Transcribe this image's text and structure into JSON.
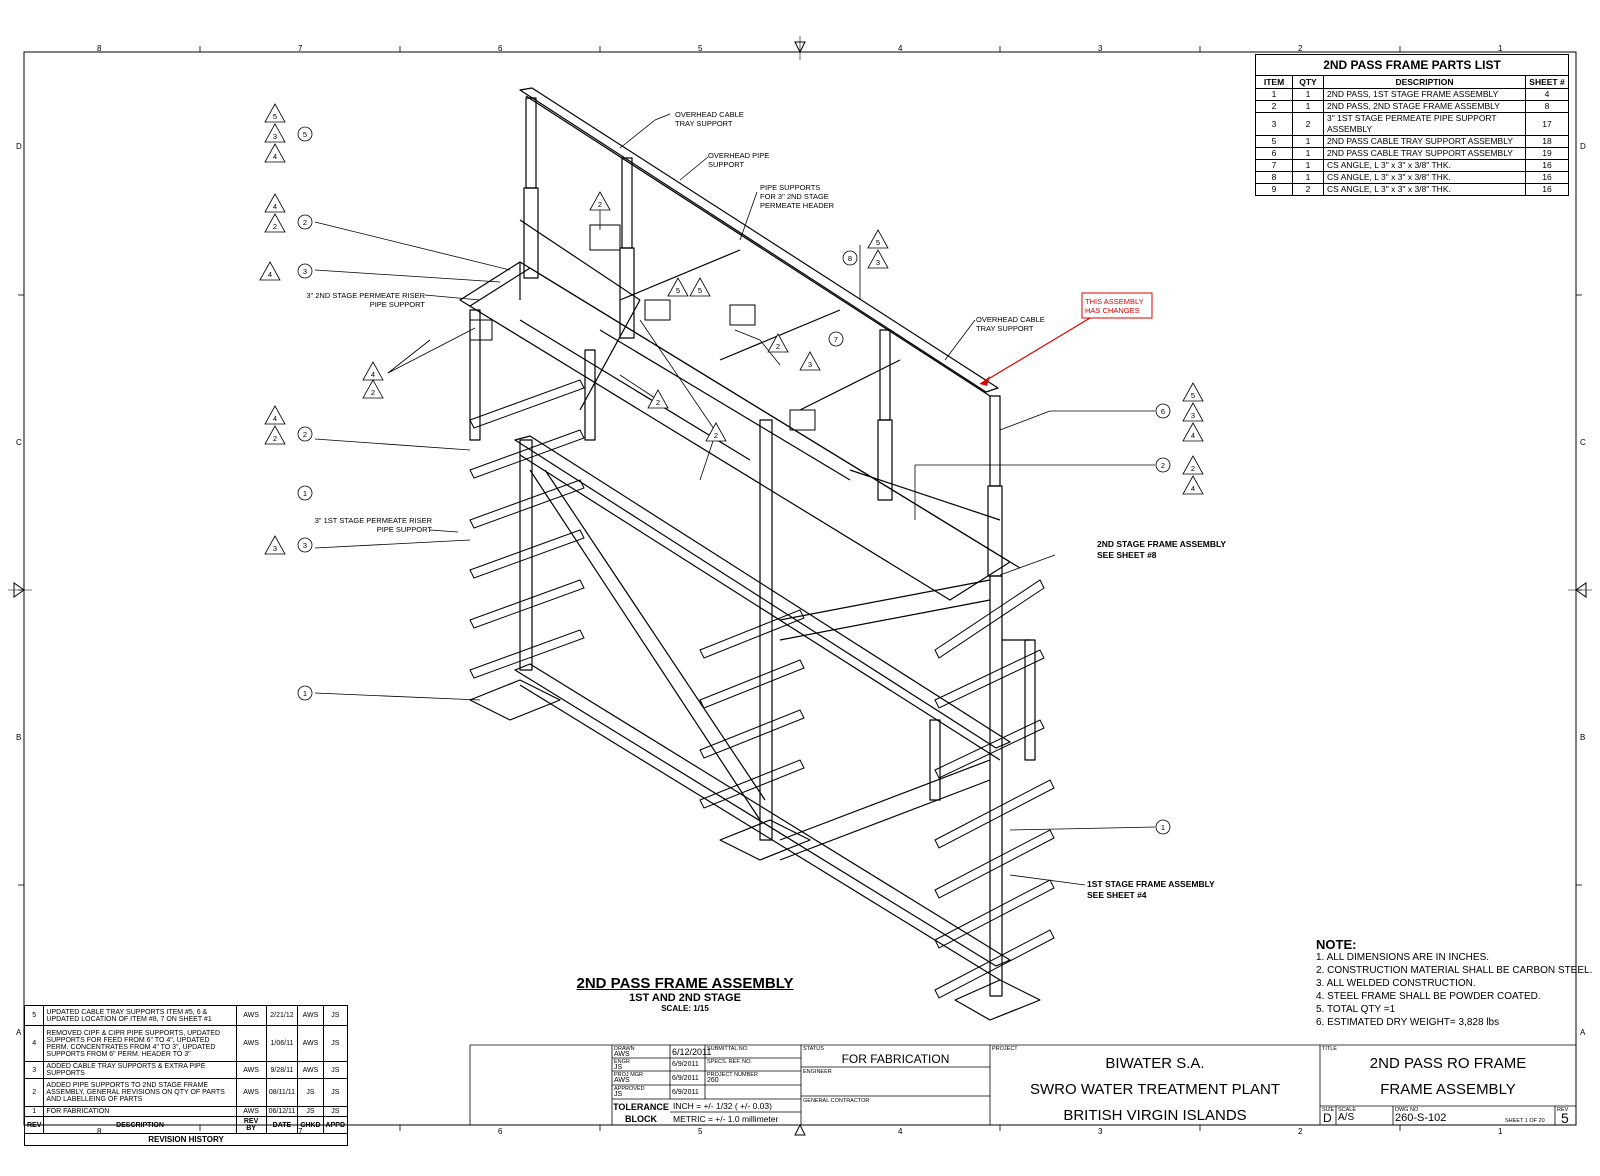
{
  "zones": {
    "columns": [
      "8",
      "7",
      "6",
      "5",
      "4",
      "3",
      "2",
      "1"
    ],
    "rows": [
      "D",
      "C",
      "B",
      "A"
    ]
  },
  "parts_list": {
    "title": "2ND PASS FRAME PARTS LIST",
    "headers": [
      "ITEM",
      "QTY",
      "DESCRIPTION",
      "SHEET #"
    ],
    "rows": [
      [
        "1",
        "1",
        "2ND PASS, 1ST STAGE FRAME ASSEMBLY",
        "4"
      ],
      [
        "2",
        "1",
        "2ND PASS, 2ND STAGE FRAME ASSEMBLY",
        "8"
      ],
      [
        "3",
        "2",
        "3\" 1ST STAGE PERMEATE PIPE SUPPORT ASSEMBLY",
        "17"
      ],
      [
        "5",
        "1",
        "2ND PASS CABLE TRAY SUPPORT ASSEMBLY",
        "18"
      ],
      [
        "6",
        "1",
        "2ND PASS CABLE TRAY SUPPORT ASSEMBLY",
        "19"
      ],
      [
        "7",
        "1",
        "CS ANGLE, L 3\" x 3\" x 3/8\" THK.",
        "16"
      ],
      [
        "8",
        "1",
        "CS ANGLE, L 3\" x 3\" x 3/8\" THK.",
        "16"
      ],
      [
        "9",
        "2",
        "CS ANGLE, L 3\" x 3\" x 3/8\" THK.",
        "16"
      ]
    ]
  },
  "callouts": {
    "overhead_cable_1": [
      "OVERHEAD CABLE",
      "TRAY SUPPORT"
    ],
    "overhead_pipe": [
      "OVERHEAD PIPE",
      "SUPPORT"
    ],
    "pipe_supports": [
      "PIPE SUPPORTS",
      "FOR 3\" 2ND STAGE",
      "PERMEATE HEADER"
    ],
    "riser_2nd": [
      "3\" 2ND STAGE PERMEATE RISER",
      "PIPE SUPPORT"
    ],
    "riser_1st": [
      "3\" 1ST STAGE PERMEATE RISER",
      "PIPE SUPPORT"
    ],
    "overhead_cable_2": [
      "OVERHEAD CABLE",
      "TRAY SUPPORT"
    ],
    "changes": [
      "THIS ASSEMBLY",
      "HAS CHANGES"
    ],
    "stage2": [
      "2ND STAGE FRAME ASSEMBLY",
      "SEE SHEET #8"
    ],
    "stage1": [
      "1ST STAGE FRAME ASSEMBLY",
      "SEE SHEET #4"
    ]
  },
  "view_title": {
    "main": "2ND PASS FRAME ASSEMBLY",
    "sub": "1ST AND 2ND STAGE",
    "scale": "SCALE: 1/15"
  },
  "notes": {
    "heading": "NOTE:",
    "items": [
      "1. ALL DIMENSIONS ARE IN INCHES.",
      "2. CONSTRUCTION MATERIAL SHALL BE CARBON STEEL.",
      "3. ALL WELDED CONSTRUCTION.",
      "4. STEEL FRAME SHALL BE POWDER COATED.",
      "5. TOTAL QTY =1",
      "6. ESTIMATED DRY WEIGHT= 3,828 lbs"
    ]
  },
  "revision_history": {
    "rows": [
      {
        "rev": "5",
        "desc": "UPDATED CABLE TRAY SUPPORTS ITEM #5, 6 & UPDATED LOCATION OF ITEM #8, 7 ON SHEET #1",
        "by": "AWS",
        "date": "2/21/12",
        "chkd": "AWS",
        "appd": "JS"
      },
      {
        "rev": "4",
        "desc": "REMOVED CIPF & CIPR PIPE SUPPORTS, UPDATED SUPPORTS FOR FEED FROM 6\" TO 4\", UPDATED PERM. CONCENTRATES FROM 4\" TO 3\", UPDATED SUPPORTS FROM 6\" PERM. HEADER TO 3\"",
        "by": "AWS",
        "date": "1/06/11",
        "chkd": "AWS",
        "appd": "JS"
      },
      {
        "rev": "3",
        "desc": "ADDED CABLE TRAY SUPPORTS & EXTRA PIPE SUPPORTS",
        "by": "AWS",
        "date": "9/28/11",
        "chkd": "AWS",
        "appd": "JS"
      },
      {
        "rev": "2",
        "desc": "ADDED PIPE SUPPORTS TO 2ND STAGE FRAME ASSEMBLY, GENERAL REVISIONS ON QTY OF PARTS AND LABELLEING OF PARTS",
        "by": "AWS",
        "date": "08/11/11",
        "chkd": "JS",
        "appd": "JS"
      },
      {
        "rev": "1",
        "desc": "FOR FABRICATION",
        "by": "AWS",
        "date": "06/12/11",
        "chkd": "JS",
        "appd": "JS"
      }
    ],
    "headers": [
      "REV",
      "DESCRIPTION",
      "REV BY",
      "DATE",
      "CHKD",
      "APPD"
    ],
    "title": "REVISION HISTORY"
  },
  "title_block": {
    "drawn_label": "DRAWN",
    "drawn_by": "AWS",
    "drawn_date": "6/12/2011",
    "engr_label": "ENGR",
    "engr_by": "JS",
    "engr_date": "6/9/2011",
    "projmgr_label": "PROJ MGR",
    "projmgr_by": "AWS",
    "projmgr_date": "6/9/2011",
    "approved_label": "APPROVED",
    "approved_by": "JS",
    "approved_date": "6/9/2011",
    "submittal_label": "SUBMITTAL NO.",
    "specs_label": "SPECS. REF. NO.",
    "project_number_label": "PROJECT NUMBER",
    "project_number": "260",
    "tolerance_label": "TOLERANCE\nBLOCK",
    "tolerance_inch": "INCH = +/- 1/32 ( +/- 0.03)",
    "tolerance_metric": "METRIC = +/- 1.0 millimeter",
    "status_label": "STATUS",
    "status": "FOR FABRICATION",
    "engineer_label": "ENGINEER",
    "contractor_label": "GENERAL CONTRACTOR",
    "project_label": "PROJECT",
    "project_lines": [
      "BIWATER S.A.",
      "SWRO WATER TREATMENT PLANT",
      "BRITISH VIRGIN ISLANDS"
    ],
    "title_label": "TITLE",
    "title_lines": [
      "2ND PASS RO FRAME",
      "FRAME ASSEMBLY"
    ],
    "size_label": "SIZE",
    "size": "D",
    "scale_label": "SCALE",
    "scale": "A/S",
    "dwg_label": "DWG NO",
    "dwg": "260-S-102",
    "sheet_label": "SHEET",
    "sheet": "1",
    "of_label": "OF",
    "sheets": "20",
    "rev_label": "REV",
    "rev": "5"
  }
}
